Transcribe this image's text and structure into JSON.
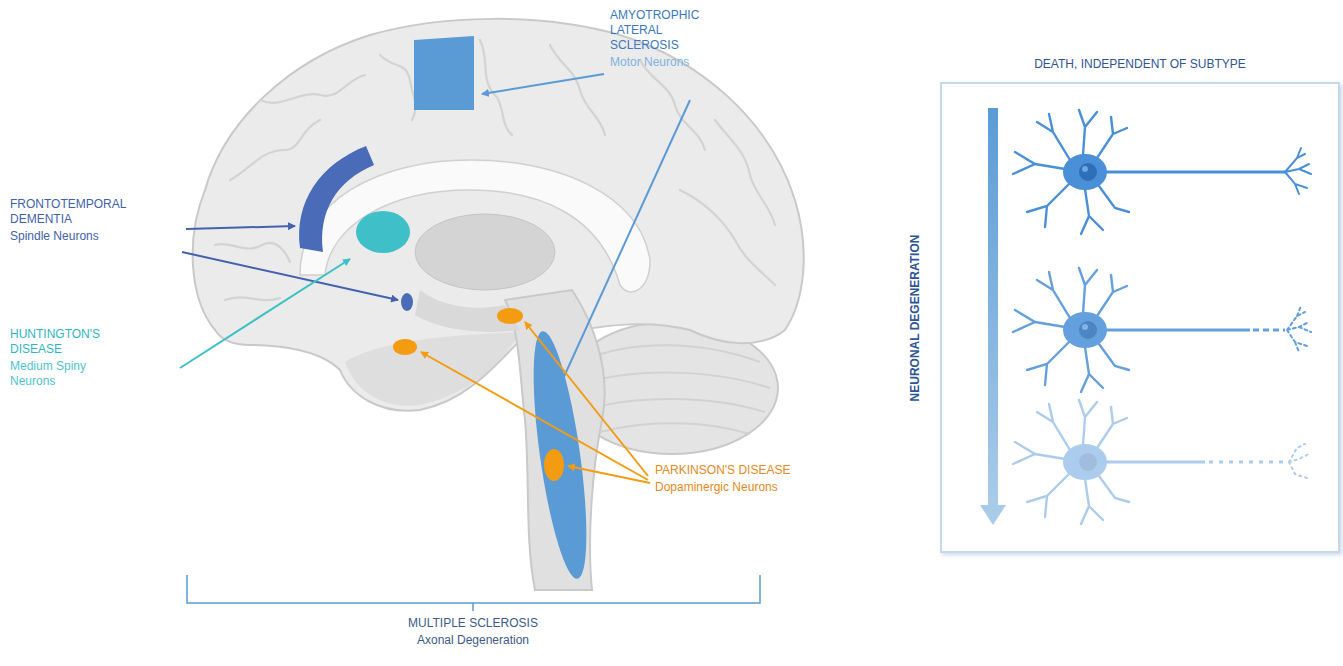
{
  "diagram": {
    "nodes": [
      {
        "text": [
          "DEATH, INDEPENDENT OF SUBTYPE",
          "NEURONAL DEGENERATION"
        ]
      }
    ],
    "labels": [
      "AMYOTROPHIC LATERAL SCLEROSIS",
      "Motor Neurons",
      "FRONTOTEMPORAL DEMENTIA",
      "Spindle Neurons",
      "HUNTINGTON'S DISEASE",
      "Medium Spiny Neurons",
      "PARKINSON'S DISEASE",
      "Dopaminergic Neurons",
      "MULTIPLE SCLEROSIS",
      "Axonal Degeneration"
    ]
  }
}
